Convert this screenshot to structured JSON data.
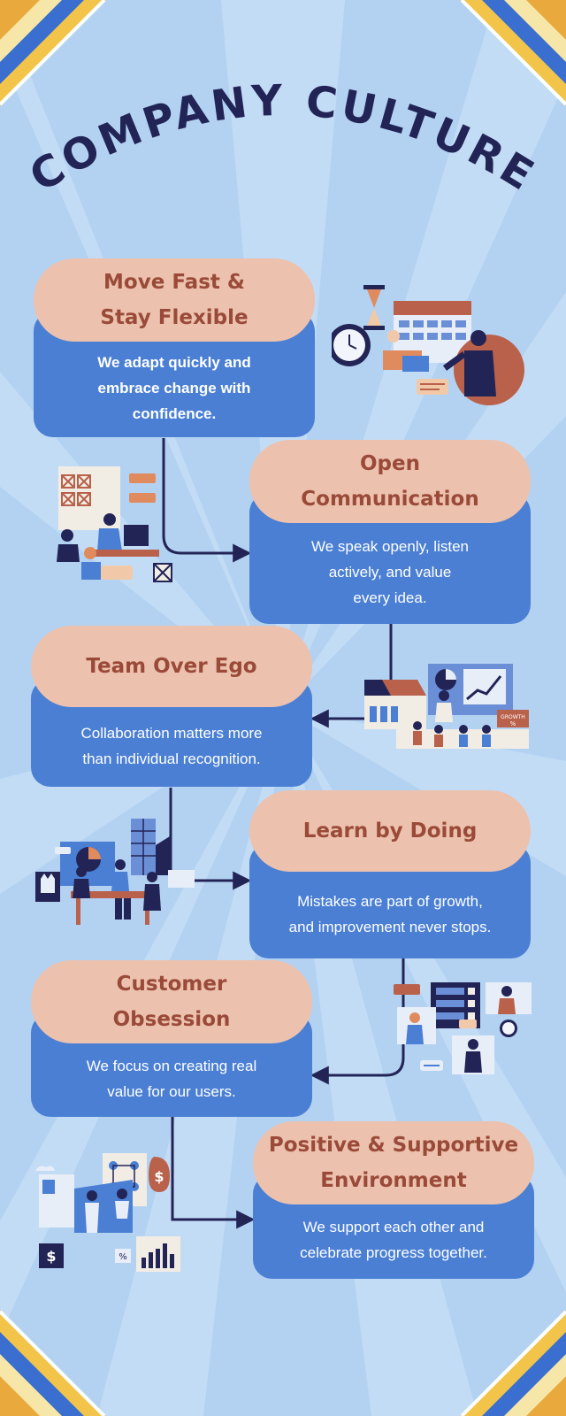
{
  "title": "COMPANY CULTURE",
  "cards": [
    {
      "title_line1": "Move Fast &",
      "title_line2": "Stay Flexible",
      "text_line1": "We adapt quickly and",
      "text_line2": "embrace change with",
      "text_line3": "confidence."
    },
    {
      "title_line1": "Open",
      "title_line2": "Communication",
      "text_line1": "We speak openly, listen",
      "text_line2": "actively, and value",
      "text_line3": "every idea."
    },
    {
      "title_line1": "Team Over Ego",
      "text_line1": "Collaboration matters more",
      "text_line2": "than individual recognition."
    },
    {
      "title_line1": "Learn by Doing",
      "text_line1": "Mistakes are part of growth,",
      "text_line2": "and improvement never stops."
    },
    {
      "title_line1": "Customer",
      "title_line2": "Obsession",
      "text_line1": "We focus on creating real",
      "text_line2": "value for our users."
    },
    {
      "title_line1": "Positive & Supportive",
      "title_line2": "Environment",
      "text_line1": "We support each other and",
      "text_line2": "celebrate progress together."
    }
  ],
  "illustrations": {
    "growth_label": "GROWTH",
    "percent_sign": "%",
    "dollar_sign": "$"
  },
  "colors": {
    "background": "#b9d6f3",
    "title": "#232456",
    "card_body": "#4a7fd4",
    "card_head": "#ecc1ae",
    "card_head_text": "#9a4a38",
    "connector": "#232456"
  }
}
